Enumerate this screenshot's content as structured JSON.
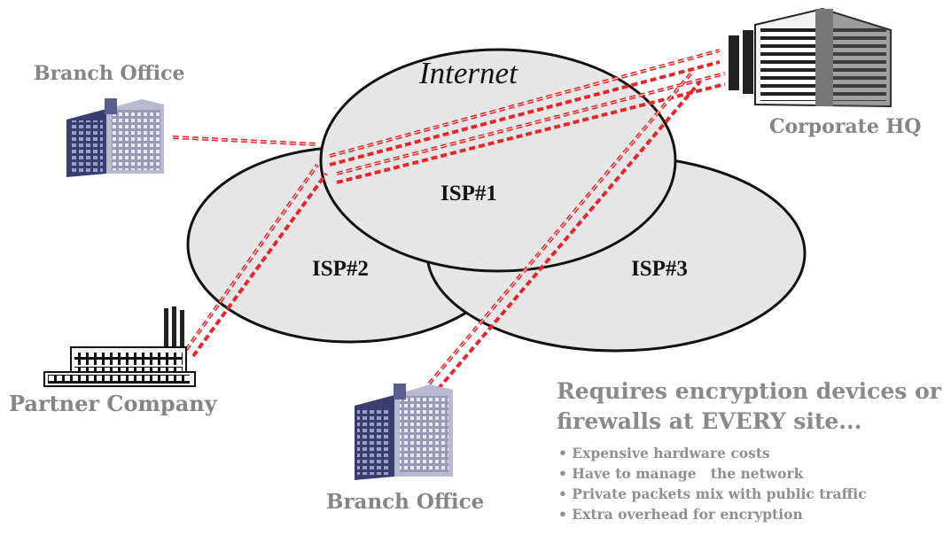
{
  "diagram": {
    "cloud_label": "Internet",
    "isps": [
      "ISP#1",
      "ISP#2",
      "ISP#3"
    ],
    "sites": {
      "branch_office_top": "Branch Office",
      "corporate_hq": "Corporate HQ",
      "partner_company": "Partner Company",
      "branch_office_bottom": "Branch Office"
    },
    "note": {
      "title_line1": "Requires encryption devices or",
      "title_line2": "firewalls at EVERY site...",
      "bullets": [
        "• Expensive hardware costs",
        "• Have to manage   the network",
        "• Private packets mix with public traffic",
        "• Extra overhead for encryption"
      ]
    },
    "colors": {
      "tunnel": "#e8262a",
      "cloud_fill": "#e6e6e6",
      "label_gray": "#858585"
    }
  }
}
